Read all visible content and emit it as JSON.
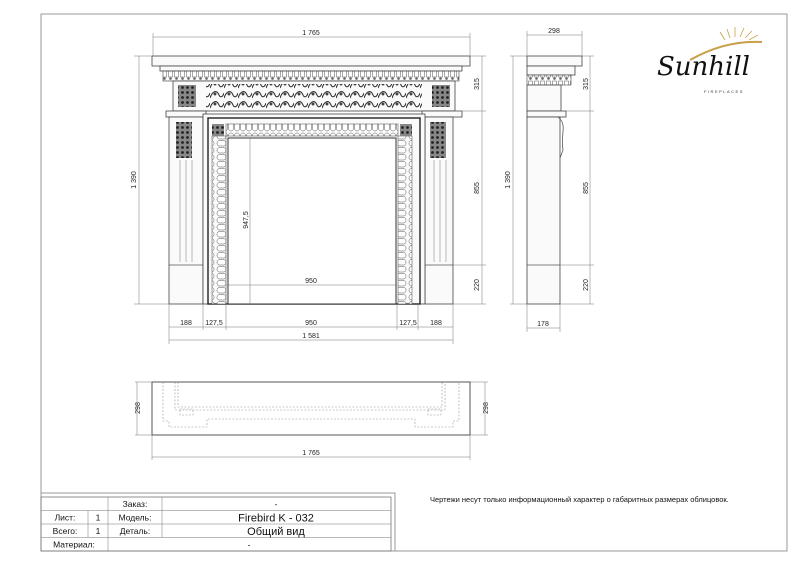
{
  "logo": {
    "brand": "Sunhill",
    "sub": "FIREPLACES",
    "accent_color": "#c9a04a"
  },
  "front_view": {
    "overall_width": "1 765",
    "height_total": "1 390",
    "top_section": "315",
    "middle_section": "855",
    "base_section": "220",
    "opening_height": "947,5",
    "opening_width_inner": "950",
    "bottom_dims": [
      "188",
      "127,5",
      "950",
      "127,5",
      "188"
    ],
    "base_width": "1 581"
  },
  "side_view": {
    "top_depth": "298",
    "height_total": "1 390",
    "top_section": "315",
    "middle_section": "855",
    "base_section": "220",
    "base_depth": "178"
  },
  "plan_view": {
    "depth_left": "298",
    "depth_right": "298",
    "width": "1 765"
  },
  "note": "Чертежи несут только информационный характер о габаритных размерах облицовок.",
  "title_block": {
    "order_label": "Заказ:",
    "order_value": "-",
    "sheet_label": "Лист:",
    "sheet_value": "1",
    "model_label": "Модель:",
    "model_value": "Firebird K - 032",
    "total_label": "Всего:",
    "total_value": "1",
    "detail_label": "Деталь:",
    "detail_value": "Общий вид",
    "material_label": "Материал:",
    "material_value": "-"
  }
}
